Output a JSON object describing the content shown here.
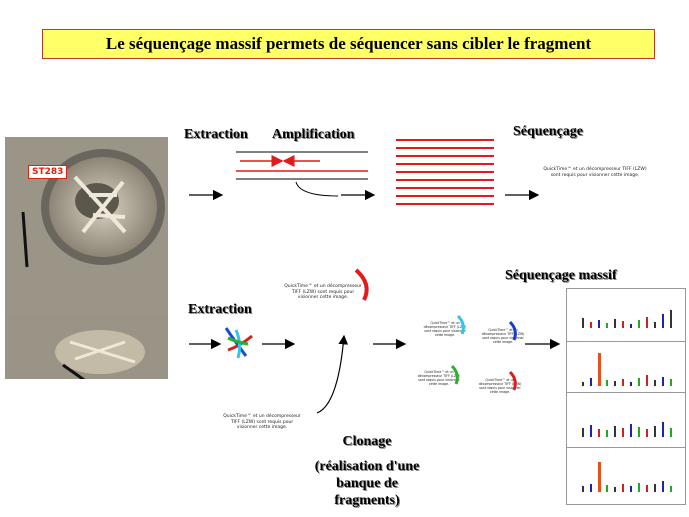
{
  "title": "Le séquençage massif permets de séquencer sans cibler le fragment",
  "labels": {
    "extraction_top": "Extraction",
    "amplification": "Amplification",
    "sequencage": "Séquençage",
    "extraction_bottom": "Extraction",
    "sequencage_massif": "Séquençage massif",
    "clonage_lines": [
      "Clonage",
      "",
      "(réalisation d'une",
      "banque de",
      "fragments)"
    ]
  },
  "photo_tag": "ST283",
  "quicktime_notice": "QuickTime™ et un décompresseur TIFF (LZW) sont requis pour visionner cette image.",
  "colors": {
    "title_bg": "#ffff66",
    "title_border": "#c0392b",
    "amplification": "#e31a1c",
    "arrows": "#000000"
  }
}
